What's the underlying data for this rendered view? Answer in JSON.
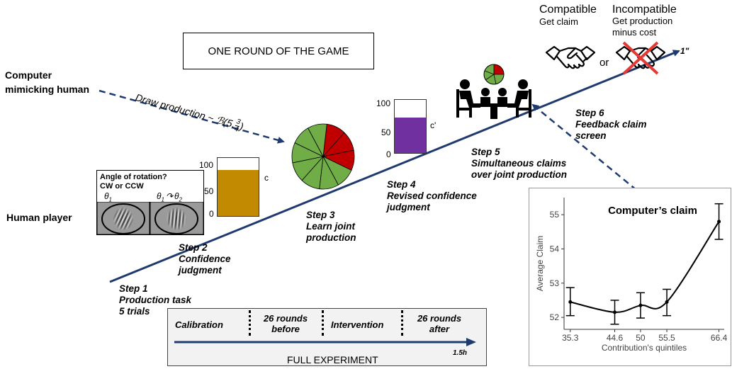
{
  "labels": {
    "computer": [
      "Computer",
      "mimicking human"
    ],
    "human": "Human player",
    "round_title": "ONE ROUND OF THE GAME",
    "draw": "Draw production ~ ℬ(5,",
    "draw_frac": "3",
    "draw_frac_den": "4",
    "draw_close": ")",
    "one_sec": "1\""
  },
  "outcomes": {
    "compatible_title": "Compatible",
    "compatible_sub": "Get claim",
    "or": "or",
    "incompatible_title": "Incompatible",
    "incompatible_sub": [
      "Get production",
      "minus cost"
    ]
  },
  "steps": [
    {
      "lines": [
        "Step 1",
        "Production task",
        "5 trials"
      ]
    },
    {
      "lines": [
        "Step 2",
        "Confidence",
        "judgment"
      ]
    },
    {
      "lines": [
        "Step 3",
        "Learn joint",
        "production"
      ]
    },
    {
      "lines": [
        "Step 4",
        "Revised confidence",
        "judgment"
      ]
    },
    {
      "lines": [
        "Step 5",
        "Simultaneous claims",
        "over joint production"
      ]
    },
    {
      "lines": [
        "Step 6",
        "Feedback claim",
        "screen"
      ]
    }
  ],
  "task": {
    "question": [
      "Angle of rotation?",
      "CW or CCW"
    ],
    "theta1": "θ",
    "theta_sub1": "1",
    "theta_sub2": "2"
  },
  "confidence1": {
    "top": "100",
    "mid": "50",
    "bot": "0",
    "label": "c",
    "level": 0.79,
    "color": "#c28a00"
  },
  "confidence2": {
    "top": "100",
    "mid": "50",
    "bot": "0",
    "label": "c'",
    "level": 0.67,
    "color": "#7030a0"
  },
  "pie": {
    "total": 10,
    "red": 3,
    "colors": {
      "green": "#70ad47",
      "red": "#c00000"
    }
  },
  "experiment": {
    "phases": [
      "Calibration",
      [
        "26 rounds",
        "before"
      ],
      "Intervention",
      [
        "26 rounds",
        "after"
      ]
    ],
    "label": "FULL EXPERIMENT",
    "duration": "1.5h"
  },
  "colors": {
    "navy": "#1f3a6e",
    "accent_red": "#e53935"
  },
  "chart_data": {
    "type": "line",
    "title": "Computer’s claim",
    "xlabel": "Contribution's quintiles",
    "ylabel": "Average Claim",
    "categories": [
      "35.3",
      "44.6",
      "50",
      "55.5",
      "66.4"
    ],
    "x": [
      35.3,
      44.6,
      50,
      55.5,
      66.4
    ],
    "values": [
      52.45,
      52.15,
      52.35,
      52.45,
      54.8
    ],
    "err_low": [
      52.05,
      51.8,
      51.98,
      52.05,
      54.28
    ],
    "err_high": [
      52.87,
      52.5,
      52.72,
      52.82,
      55.32
    ],
    "xlim": [
      34,
      67.5
    ],
    "ylim": [
      51.65,
      55.5
    ],
    "yticks": [
      52,
      53,
      54,
      55
    ],
    "grid": false
  }
}
